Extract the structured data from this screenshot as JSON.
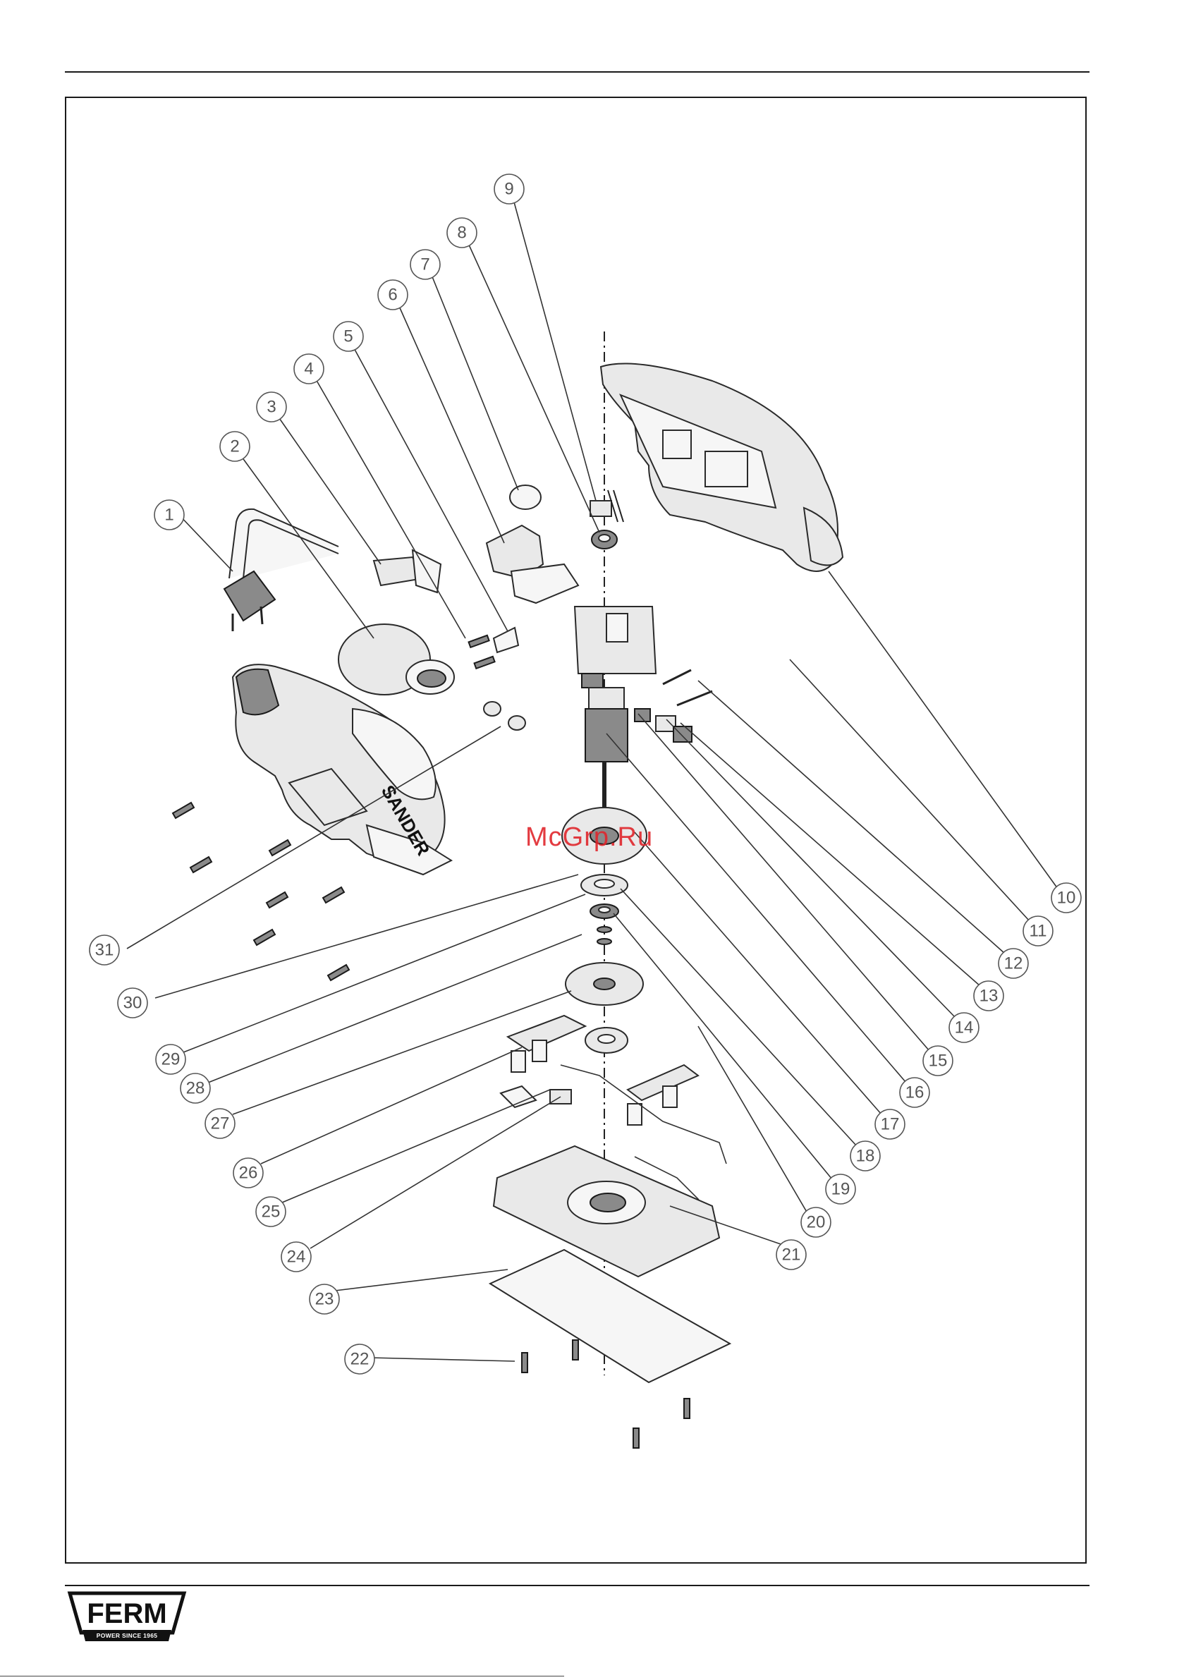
{
  "callouts": [
    "1",
    "2",
    "3",
    "4",
    "5",
    "6",
    "7",
    "8",
    "9",
    "10",
    "11",
    "12",
    "13",
    "14",
    "15",
    "16",
    "17",
    "18",
    "19",
    "20",
    "21",
    "22",
    "23",
    "24",
    "25",
    "26",
    "27",
    "28",
    "29",
    "30",
    "31"
  ],
  "product_text": "SANDER",
  "watermark": "McGrp.Ru",
  "logo": {
    "name": "FERM",
    "tagline": "POWER SINCE 1965"
  },
  "colors": {
    "line": "#1a1a1a",
    "callout": "#555555",
    "watermark": "#e0262c"
  }
}
